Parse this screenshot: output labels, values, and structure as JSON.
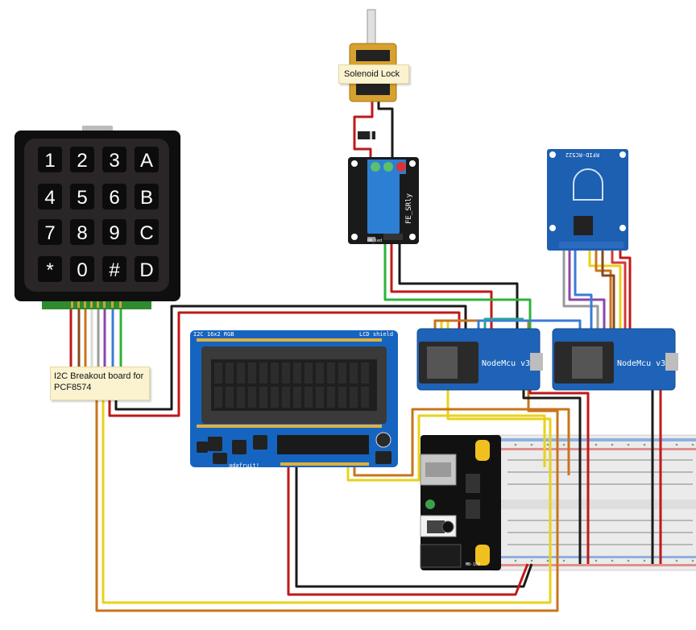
{
  "labels": {
    "solenoid": "Solenoid Lock",
    "i2c_note": "I2C Breakout board for PCF8574",
    "relay": "FE_SRly",
    "rfid": "RFID-RC522",
    "lcd_left": "I2C 16x2 RGB",
    "lcd_right": "LCD shield",
    "adafruit": "adafruit!",
    "nodemcu": "NodeMcu v3",
    "power": "MB-102",
    "relay_on": "ON_led"
  },
  "keypad": {
    "keys": [
      "1",
      "2",
      "3",
      "A",
      "4",
      "5",
      "6",
      "B",
      "7",
      "8",
      "9",
      "C",
      "*",
      "0",
      "#",
      "D"
    ]
  },
  "colors": {
    "wire_red": "#c01818",
    "wire_black": "#1a1a1a",
    "wire_orange": "#c8741c",
    "wire_yellow": "#e8d21a",
    "wire_green": "#2db33a",
    "wire_blue": "#3a7bd5",
    "wire_purple": "#8e44ad",
    "wire_gray": "#9a9a9a",
    "wire_brown": "#8a4a1c",
    "pcb_blue": "#1565c0",
    "node_blue": "#1e63b8"
  }
}
